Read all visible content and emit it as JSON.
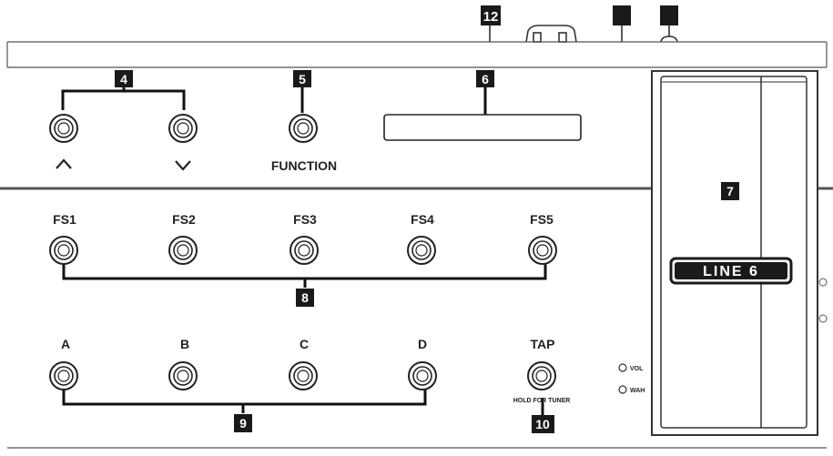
{
  "callouts": {
    "c12": "12",
    "c4": "4",
    "c5": "5",
    "c6": "6",
    "c7": "7",
    "c8": "8",
    "c9": "9",
    "c10": "10"
  },
  "labels": {
    "function": "FUNCTION",
    "fs1": "FS1",
    "fs2": "FS2",
    "fs3": "FS3",
    "fs4": "FS4",
    "fs5": "FS5",
    "a": "A",
    "b": "B",
    "c": "C",
    "d": "D",
    "tap": "TAP",
    "tap_sub": "HOLD FOR TUNER",
    "vol": "VOL",
    "wah": "WAH"
  },
  "brand": {
    "logo_text": "LINE 6"
  },
  "colors": {
    "ink": "#1a1a1a",
    "line": "#444444",
    "callout_bg": "#1a1a1a",
    "callout_fg": "#ffffff"
  }
}
